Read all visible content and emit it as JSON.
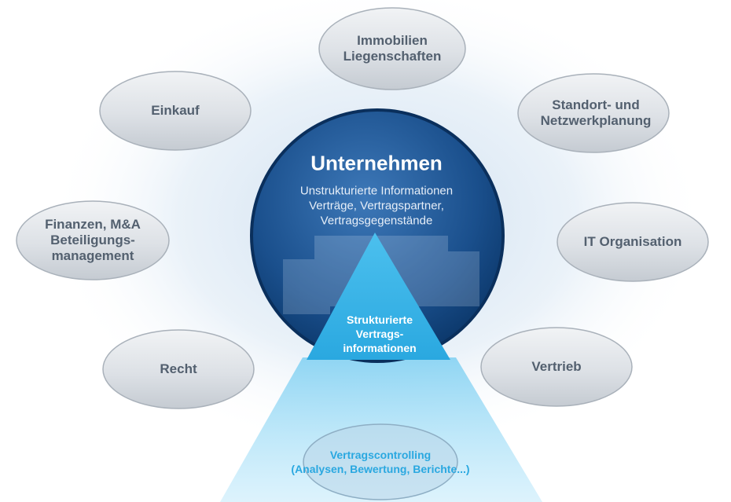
{
  "center": {
    "title": "Unternehmen",
    "line1": "Unstrukturierte Informationen",
    "line2": "Verträge, Vertragspartner,",
    "line3": "Vertragsgegenstände"
  },
  "triangle": {
    "line1": "Strukturierte",
    "line2": "Vertrags-",
    "line3": "informationen"
  },
  "controlling": {
    "line1": "Vertragscontrolling",
    "line2": "(Analysen, Bewertung, Berichte...)"
  },
  "nodes": {
    "immobilien": {
      "line1": "Immobilien",
      "line2": "Liegenschaften"
    },
    "einkauf": {
      "line1": "Einkauf"
    },
    "standort": {
      "line1": "Standort- und",
      "line2": "Netzwerkplanung"
    },
    "finanzen": {
      "line1": "Finanzen, M&A",
      "line2": "Beteiligungs-",
      "line3": "management"
    },
    "it": {
      "line1": "IT Organisation"
    },
    "recht": {
      "line1": "Recht"
    },
    "vertrieb": {
      "line1": "Vertrieb"
    }
  },
  "colors": {
    "center_dark": "#0d3a6e",
    "center_light": "#3d78b8",
    "ellipse_fill": "#d9dde2",
    "node_text": "#53606f",
    "triangle": "#2aa8e0",
    "controlling_text": "#2aa8e0"
  }
}
